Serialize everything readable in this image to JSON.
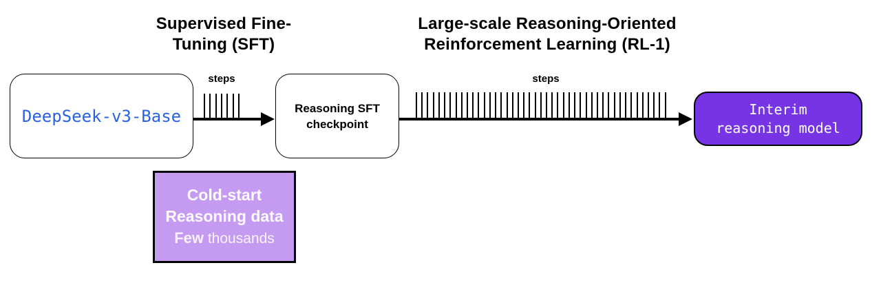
{
  "titles": {
    "sft": {
      "line1": "Supervised Fine-",
      "line2": "Tuning (SFT)"
    },
    "rl": {
      "line1": "Large-scale Reasoning-Oriented",
      "line2": "Reinforcement Learning (RL-1)"
    }
  },
  "nodes": {
    "base": {
      "label": "DeepSeek-v3-Base"
    },
    "checkpoint": {
      "line1": "Reasoning SFT",
      "line2": "checkpoint"
    },
    "interim": {
      "line1": "Interim",
      "line2": "reasoning model"
    }
  },
  "arrows": {
    "sft": {
      "label": "steps",
      "ticks": 7
    },
    "rl": {
      "label": "steps",
      "ticks": 45
    }
  },
  "coldstart": {
    "line1": "Cold-start",
    "line2": "Reasoning data",
    "line3_bold": "Few",
    "line3_rest": " thousands"
  },
  "colors": {
    "base_text_blue": "#2b62e2",
    "interim_fill_purple": "#7634e4",
    "coldstart_fill_lavender": "#c49bf1",
    "arrow_black": "#000000",
    "background": "#ffffff"
  }
}
